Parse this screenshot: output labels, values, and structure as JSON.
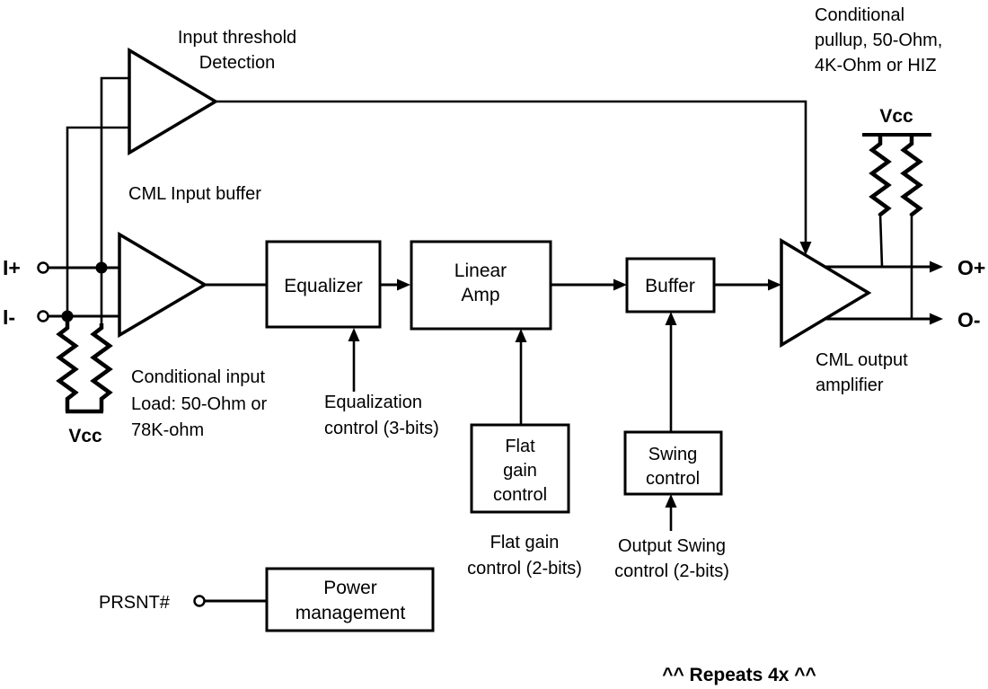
{
  "annotations": {
    "input_threshold": [
      "Input threshold",
      "Detection"
    ],
    "cml_input_buffer": "CML Input buffer",
    "conditional_pullup": [
      "Conditional",
      "pullup, 50-Ohm,",
      "4K-Ohm or HIZ"
    ],
    "conditional_input_load": [
      "Conditional input",
      "Load: 50-Ohm or",
      "78K-ohm"
    ],
    "equalization_control": [
      "Equalization",
      "control (3-bits)"
    ],
    "flat_gain_control": [
      "Flat gain",
      "control (2-bits)"
    ],
    "output_swing_control": [
      "Output Swing",
      "control (2-bits)"
    ],
    "cml_output_amplifier": [
      "CML output",
      "amplifier"
    ],
    "repeats": "^^ Repeats 4x ^^"
  },
  "blocks": {
    "equalizer": "Equalizer",
    "linear_amp": [
      "Linear",
      "Amp"
    ],
    "buffer": "Buffer",
    "flat_gain": [
      "Flat",
      "gain",
      "control"
    ],
    "swing": [
      "Swing",
      "control"
    ],
    "power_management": [
      "Power",
      "management"
    ]
  },
  "ports": {
    "i_plus": "I+",
    "i_minus": "I-",
    "o_plus": "O+",
    "o_minus": "O-",
    "prsnt": "PRSNT#",
    "vcc_input_load": "Vcc",
    "vcc_pullup": "Vcc"
  },
  "colors": {
    "line": "#000000",
    "text": "#000000",
    "background": "#ffffff"
  }
}
